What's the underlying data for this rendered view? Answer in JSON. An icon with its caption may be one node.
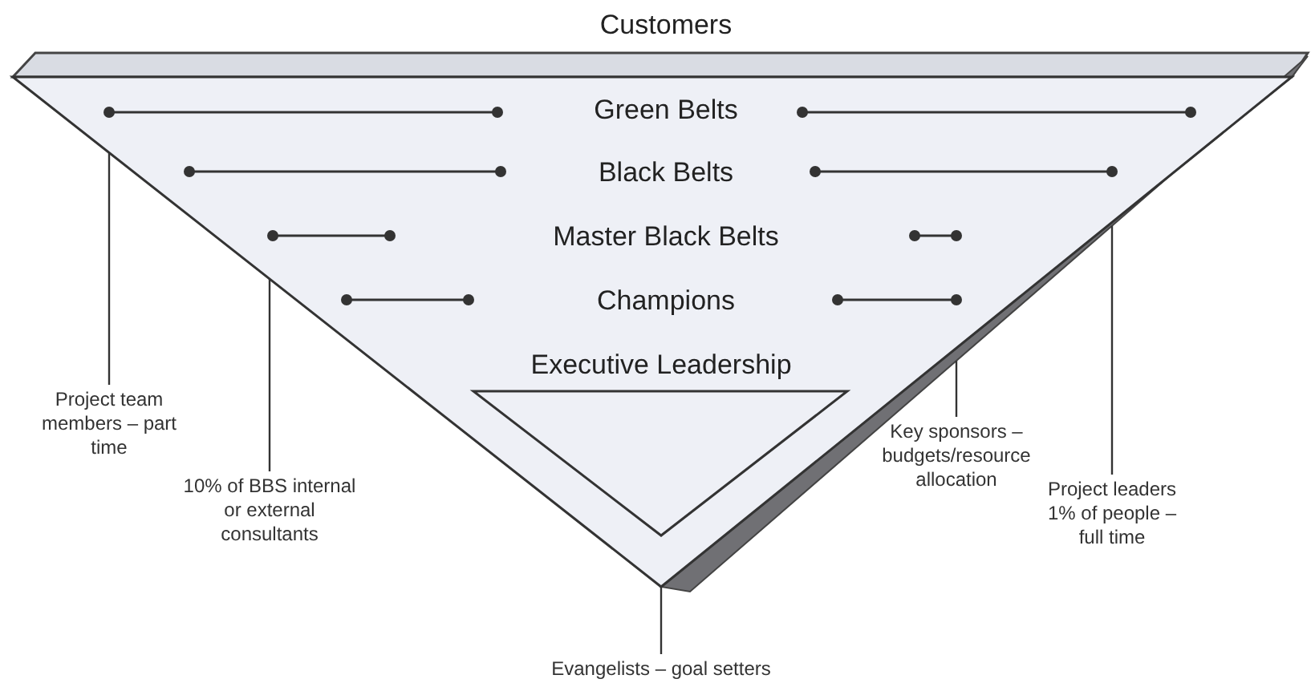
{
  "diagram": {
    "nodes": [
      {
        "text": [
          "Customers",
          "Green Belts",
          "Black Belts",
          "Master Black Belts",
          "Champions"
        ]
      },
      {
        "text": [
          "Executive Leadership"
        ],
        "in": 0
      },
      {
        "text": [
          "Project team members – part time"
        ]
      },
      {
        "text": [
          "10% of BBS internal or external consultants"
        ]
      },
      {
        "text": [
          "Project leaders 1% of people – full time"
        ]
      },
      {
        "text": [
          "Key sponsors – budgets/resource allocation"
        ]
      },
      {
        "text": [
          "Evangelists – goal setters"
        ]
      }
    ],
    "edges": [
      {
        "from": 2,
        "to": 0,
        "arrow": "none"
      },
      {
        "from": 3,
        "to": 0,
        "arrow": "none"
      },
      {
        "from": 4,
        "to": 0,
        "arrow": "none"
      },
      {
        "from": 5,
        "to": 0,
        "arrow": "none"
      },
      {
        "from": 6,
        "to": 0,
        "arrow": "none"
      }
    ]
  }
}
